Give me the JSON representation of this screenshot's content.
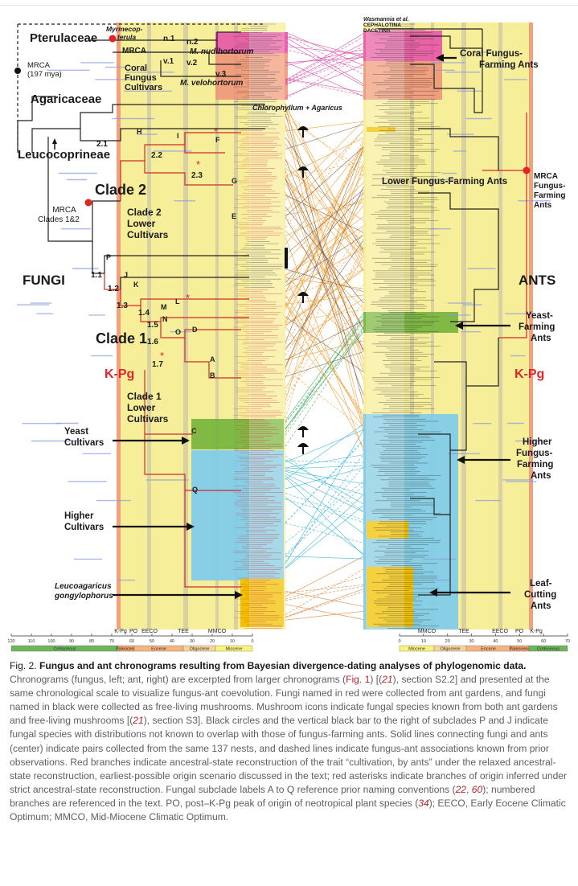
{
  "figure": {
    "left_labels": {
      "pterulaceae": "Pterulaceae",
      "myrmecopterula": "Myrmecop-\nterula",
      "mrca_fungi": "MRCA\n(197 mya)",
      "mrca": "MRCA",
      "n1": "n.1",
      "n2": "n.2",
      "v1": "v.1",
      "v2": "v.2",
      "v3": "v.3",
      "coral_fungus_cultivars": "Coral\nFungus\nCultivars",
      "m_nudihortorum": "M. nudihortorum",
      "m_velohortorum": "M. velohortorum",
      "agaricaceae": "Agaricaceae",
      "chlorophyllum": "Chlorophyllum + Agaricus",
      "leucocoprineae": "Leucocoprineae",
      "b21": "2.1",
      "b22": "2.2",
      "b23": "2.3",
      "clade2": "Clade 2",
      "mrca_clades": "MRCA\nClades 1&2",
      "clade2_lower": "Clade 2\nLower\nCultivars",
      "fungi": "FUNGI",
      "b11": "1.1",
      "b12": "1.2",
      "b13": "1.3",
      "b14": "1.4",
      "b15": "1.5",
      "b16": "1.6",
      "b17": "1.7",
      "clade1": "Clade 1",
      "kpg_left": "K-Pg",
      "clade1_lower": "Clade 1\nLower\nCultivars",
      "yeast_cultivars": "Yeast\nCultivars",
      "higher_cultivars": "Higher\nCultivars",
      "leucoagaricus": "Leucoagaricus\ngongylophorus",
      "subclades": [
        "H",
        "I",
        "F",
        "G",
        "E",
        "P",
        "J",
        "K",
        "L",
        "M",
        "N",
        "O",
        "D",
        "A",
        "B",
        "C",
        "Q"
      ]
    },
    "right_labels": {
      "wasmannia": "Wasmannia et al.",
      "cephalotina": "CEPHALOTINA",
      "dacetina": "DACETINA",
      "coral_ants": "Coral Fungus-\nFarming Ants",
      "lower_ants": "Lower Fungus-Farming Ants",
      "mrca_ants": "MRCA\nFungus-\nFarming\nAnts",
      "ants": "ANTS",
      "yeast_ants": "Yeast-\nFarming\nAnts",
      "kpg_right": "K-Pg",
      "higher_ants": "Higher\nFungus-\nFarming\nAnts",
      "leaf_ants": "Leaf-\nCutting\nAnts"
    },
    "timescale_left": {
      "events": [
        "K-Pg",
        "PO",
        "EECO",
        "TEE",
        "MMCO"
      ],
      "ticks": [
        "120",
        "110",
        "100",
        "90",
        "80",
        "70",
        "60",
        "50",
        "40",
        "30",
        "20",
        "10",
        "0"
      ],
      "periods": [
        "Cretaceous",
        "Paleocene",
        "Eocene",
        "Oligocene",
        "Miocene"
      ]
    },
    "timescale_right": {
      "events": [
        "MMCO",
        "TEE",
        "EECO",
        "PO",
        "K-Pg"
      ],
      "ticks": [
        "0",
        "10",
        "20",
        "30",
        "40",
        "50",
        "60",
        "70"
      ],
      "periods": [
        "Miocene",
        "Oligocene",
        "Eocene",
        "Paleocene",
        "Cretaceous"
      ]
    },
    "colors": {
      "yellow_band": "#f7ee9a",
      "coral_magenta": "#e64ba8",
      "coral_salmon": "#ee9077",
      "green": "#73b23c",
      "blue": "#82cbe8",
      "gold": "#f2c200",
      "red_branch": "#cf2a2a",
      "kpg_bar": "#f3a07c",
      "orange_line": "#f0a13a",
      "cyan_line": "#3db8d8"
    }
  },
  "caption": {
    "fig_no": "Fig. 2.",
    "title": "Fungus and ant chronograms resulting from Bayesian divergence-dating analyses of phylogenomic data.",
    "p1": "Chronograms (fungus, left; ant, right) are excerpted from larger chronograms (",
    "fig1": "Fig. 1",
    "p2": ") [(",
    "r21a": "21",
    "p3": "), section S2.2] and presented at the same chronological scale to visualize fungus-ant coevolution. Fungi named in red were collected from ant gardens, and fungi named in black were collected as free-living mushrooms. Mushroom icons indicate fungal species known from both ant gardens and free-living mushrooms [(",
    "r21b": "21",
    "p4": "), section S3]. Black circles and the vertical black bar to the right of subclades P and J indicate fungal species with distributions not known to overlap with those of fungus-farming ants. Solid lines connecting fungi and ants (center) indicate pairs collected from the same 137 nests, and dashed lines indicate fungus-ant associations known from prior observations. Red branches indicate ancestral-state reconstruction of the trait “cultivation, by ants” under the relaxed ancestral-state reconstruction, earliest-possible origin scenario discussed in the text; red asterisks indicate branches of origin inferred under strict ancestral-state reconstruction. Fungal subclade labels A to Q reference prior naming conventions (",
    "r22": "22",
    "p5": ", ",
    "r60": "60",
    "p6": "); numbered branches are referenced in the text. PO, post–K-Pg peak of origin of neotropical plant species (",
    "r34": "34",
    "p7": "); EECO, Early Eocene Climatic Optimum; MMCO, Mid-Miocene Climatic Optimum."
  }
}
